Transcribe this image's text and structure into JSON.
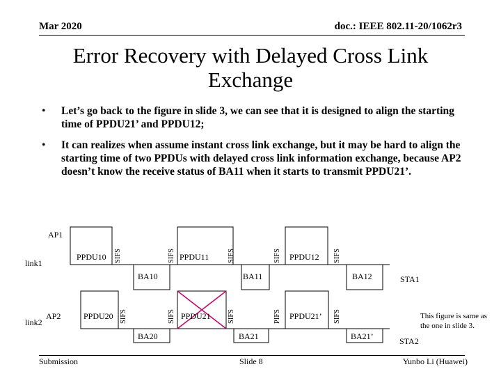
{
  "header": {
    "date": "Mar 2020",
    "doc_id": "doc.: IEEE 802.11-20/1062r3"
  },
  "title": "Error Recovery with Delayed Cross Link Exchange",
  "bullets": [
    "Let’s go back to the figure in slide 3, we can see that it is designed to align the starting time of PPDU21’ and PPDU12;",
    "It can realizes when assume instant cross link exchange, but it may be hard to align the starting time of two PPDUs with delayed cross link information exchange, because AP2 doesn’t know the receive status of BA11 when it starts to transmit PPDU21’."
  ],
  "diagram": {
    "link1_label": "link1",
    "ap1_label": "AP1",
    "link2_label": "link2",
    "ap2_label": "AP2",
    "sta1_label": "STA1",
    "sta2_label": "STA2",
    "link1_frames": [
      "PPDU10",
      "PPDU11",
      "PPDU12"
    ],
    "link1_acks": [
      "BA10",
      "BA11",
      "BA12"
    ],
    "link1_gaps": [
      "SIFS",
      "SIFS",
      "SIFS",
      "SIFS",
      "SIFS"
    ],
    "link2_frames": [
      "PPDU20",
      "PPDU21",
      "PPDU21’"
    ],
    "link2_acks": [
      "BA20",
      "BA21",
      "BA21’"
    ],
    "link2_gaps": [
      "SIFS",
      "SIFS",
      "SIFS",
      "PIFS",
      "SIFS"
    ],
    "note": "This figure is same as the one in slide 3."
  },
  "footer": {
    "left": "Submission",
    "center": "Slide 8",
    "right": "Yunbo Li (Huawei)"
  },
  "colors": {
    "frame_fill": "#ffffff",
    "cross": "#cc0066",
    "text": "#000000"
  }
}
